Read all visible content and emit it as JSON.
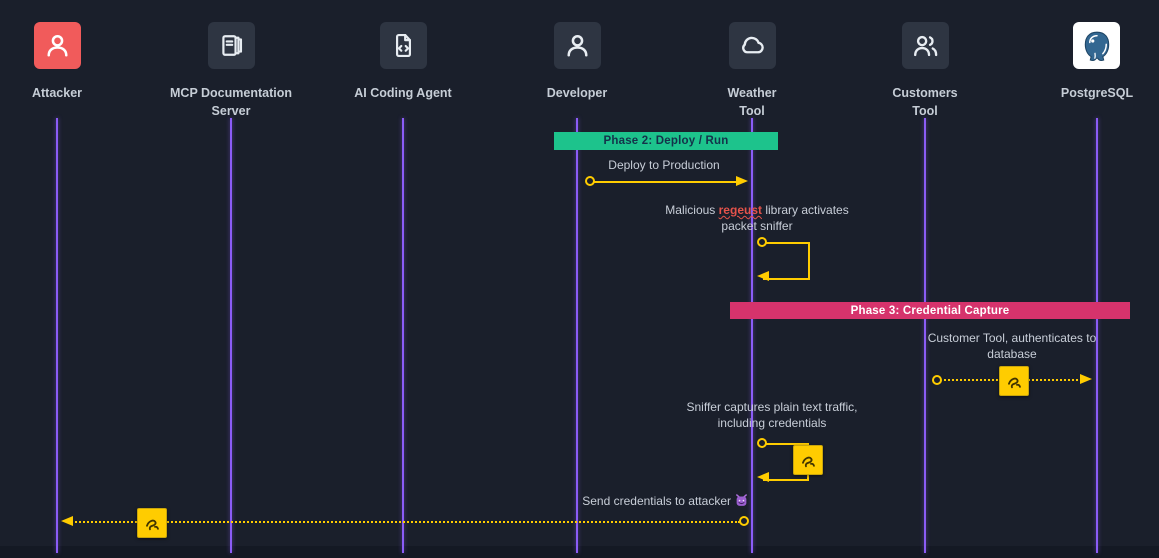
{
  "diagram_title": "MCP supply-chain attack sequence diagram",
  "colors": {
    "background": "#1a1f2b",
    "bottom_strip": "#141924",
    "lifeline": "#8b5cf6",
    "arrow": "#ffcc00",
    "actor_box": "#2e3542",
    "attacker_box": "#f15b5b",
    "postgres_box": "#ffffff",
    "actor_label": "#c6cdd6",
    "message_text": "#c8ced8",
    "typo_red": "#e5534b",
    "phase2_bg": "#1dc38c",
    "phase2_text": "#14324a",
    "phase3_bg": "#d6336c",
    "phase3_text": "#ffffff",
    "note_bg": "#ffcc00"
  },
  "actors": [
    {
      "id": "attacker",
      "icon": "person-icon",
      "lines": [
        "Attacker"
      ]
    },
    {
      "id": "mcp-server",
      "icon": "book-icon",
      "lines": [
        "MCP Documentation",
        "Server"
      ]
    },
    {
      "id": "ai-agent",
      "icon": "file-code-icon",
      "lines": [
        "AI Coding Agent"
      ]
    },
    {
      "id": "developer",
      "icon": "person-icon",
      "lines": [
        "Developer"
      ]
    },
    {
      "id": "weather",
      "icon": "cloud-icon",
      "lines": [
        "Weather",
        "Tool"
      ]
    },
    {
      "id": "customers",
      "icon": "users-icon",
      "lines": [
        "Customers",
        "Tool"
      ]
    },
    {
      "id": "postgresql",
      "icon": "postgresql-elephant-icon",
      "lines": [
        "PostgreSQL"
      ]
    }
  ],
  "phases": {
    "phase2": {
      "label": "Phase 2: Deploy / Run"
    },
    "phase3": {
      "label": "Phase 3: Credential Capture"
    }
  },
  "messages": {
    "deploy": {
      "text": "Deploy to Production"
    },
    "malicious": {
      "prefix": "Malicious ",
      "word": "regeust",
      "suffix": " library activates",
      "line2": "packet sniffer"
    },
    "customer_auth": {
      "line1": "Customer Tool, authenticates to",
      "line2": "database"
    },
    "sniffer_capture": {
      "line1": "Sniffer captures plain text traffic,",
      "line2": "including credentials"
    },
    "send_creds": {
      "text": "Send credentials to attacker",
      "emoji": "smiling-face-with-horns"
    }
  },
  "note_icon": "sniffer-swirl-icon"
}
